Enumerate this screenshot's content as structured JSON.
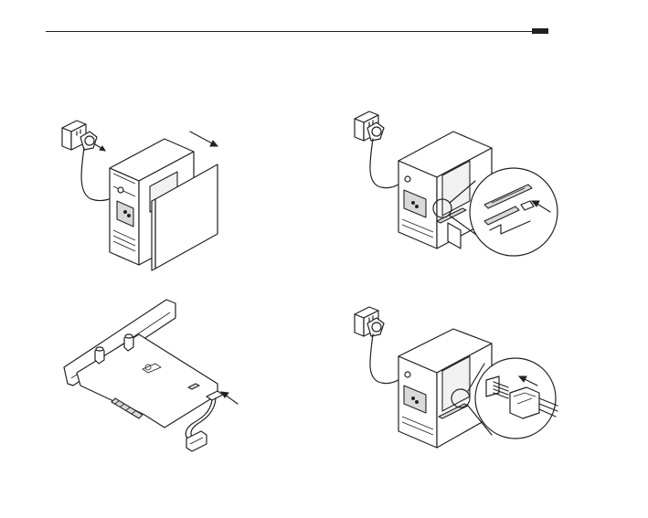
{
  "document": {
    "header_rule": true,
    "steps": [
      {
        "id": "unplug-and-open-case"
      },
      {
        "id": "locate-pcie-slot"
      },
      {
        "id": "adapter-with-power-cable"
      },
      {
        "id": "connect-power-connector"
      }
    ]
  },
  "colors": {
    "line": "#222222",
    "fill_gray": "#d9d9d9",
    "fill_light": "#f1f1f1",
    "background": "#ffffff"
  }
}
